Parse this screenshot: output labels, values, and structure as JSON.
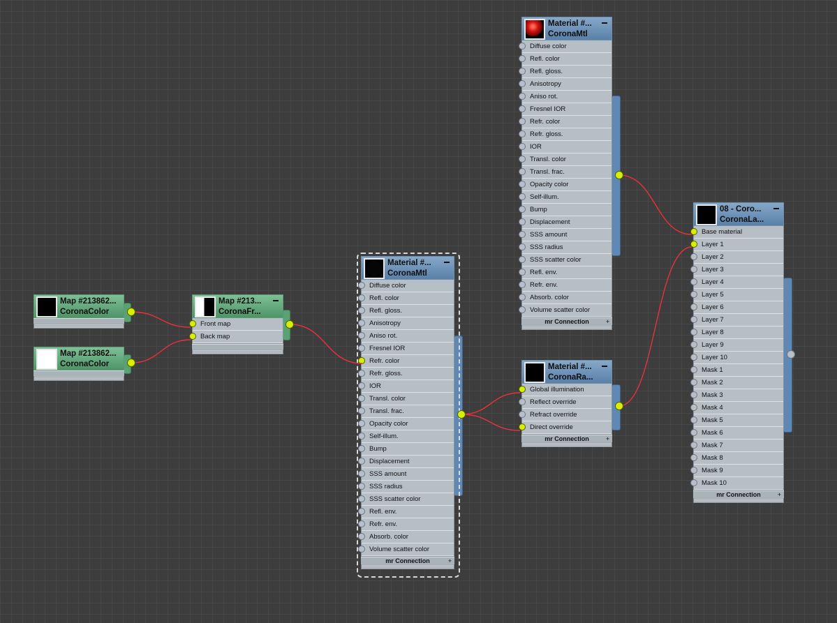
{
  "nodes": {
    "map_black": {
      "title": "Map #213862...",
      "subtitle": "CoronaColor"
    },
    "map_white": {
      "title": "Map #213862...",
      "subtitle": "CoronaColor"
    },
    "front_back": {
      "title": "Map #213...",
      "subtitle": "CoronaFr...",
      "slots": [
        "Front map",
        "Back map"
      ]
    },
    "material_mid": {
      "title": "Material #...",
      "subtitle": "CoronaMtl",
      "slots": [
        "Diffuse color",
        "Refl. color",
        "Refl. gloss.",
        "Anisotropy",
        "Aniso rot.",
        "Fresnel IOR",
        "Refr. color",
        "Refr. gloss.",
        "IOR",
        "Transl. color",
        "Transl. frac.",
        "Opacity color",
        "Self-illum.",
        "Bump",
        "Displacement",
        "SSS amount",
        "SSS radius",
        "SSS scatter color",
        "Refl. env.",
        "Refr. env.",
        "Absorb. color",
        "Volume scatter color"
      ],
      "footer": "mr Connection"
    },
    "material_top": {
      "title": "Material #...",
      "subtitle": "CoronaMtl",
      "slots": [
        "Diffuse color",
        "Refl. color",
        "Refl. gloss.",
        "Anisotropy",
        "Aniso rot.",
        "Fresnel IOR",
        "Refr. color",
        "Refr. gloss.",
        "IOR",
        "Transl. color",
        "Transl. frac.",
        "Opacity color",
        "Self-illum.",
        "Bump",
        "Displacement",
        "SSS amount",
        "SSS radius",
        "SSS scatter color",
        "Refl. env.",
        "Refr. env.",
        "Absorb. color",
        "Volume scatter color"
      ],
      "footer": "mr Connection"
    },
    "raytrace": {
      "title": "Material #...",
      "subtitle": "CoronaRa...",
      "slots": [
        "Global illumination",
        "Reflect override",
        "Refract override",
        "Direct override"
      ],
      "footer": "mr Connection"
    },
    "layered": {
      "title": "08 - Coro...",
      "subtitle": "CoronaLa...",
      "slots": [
        "Base material",
        "Layer 1",
        "Layer 2",
        "Layer 3",
        "Layer 4",
        "Layer 5",
        "Layer 6",
        "Layer 7",
        "Layer 8",
        "Layer 9",
        "Layer 10",
        "Mask 1",
        "Mask 2",
        "Mask 3",
        "Mask 4",
        "Mask 5",
        "Mask 6",
        "Mask 7",
        "Mask 8",
        "Mask 9",
        "Mask 10"
      ],
      "footer": "mr Connection"
    }
  },
  "colors": {
    "background": "#3d3d3d",
    "material_header": "#6f95bd",
    "map_header": "#66ab80",
    "wire": "#e8323c",
    "active_port": "#d8f000",
    "inactive_port": "#b7c0ca"
  }
}
